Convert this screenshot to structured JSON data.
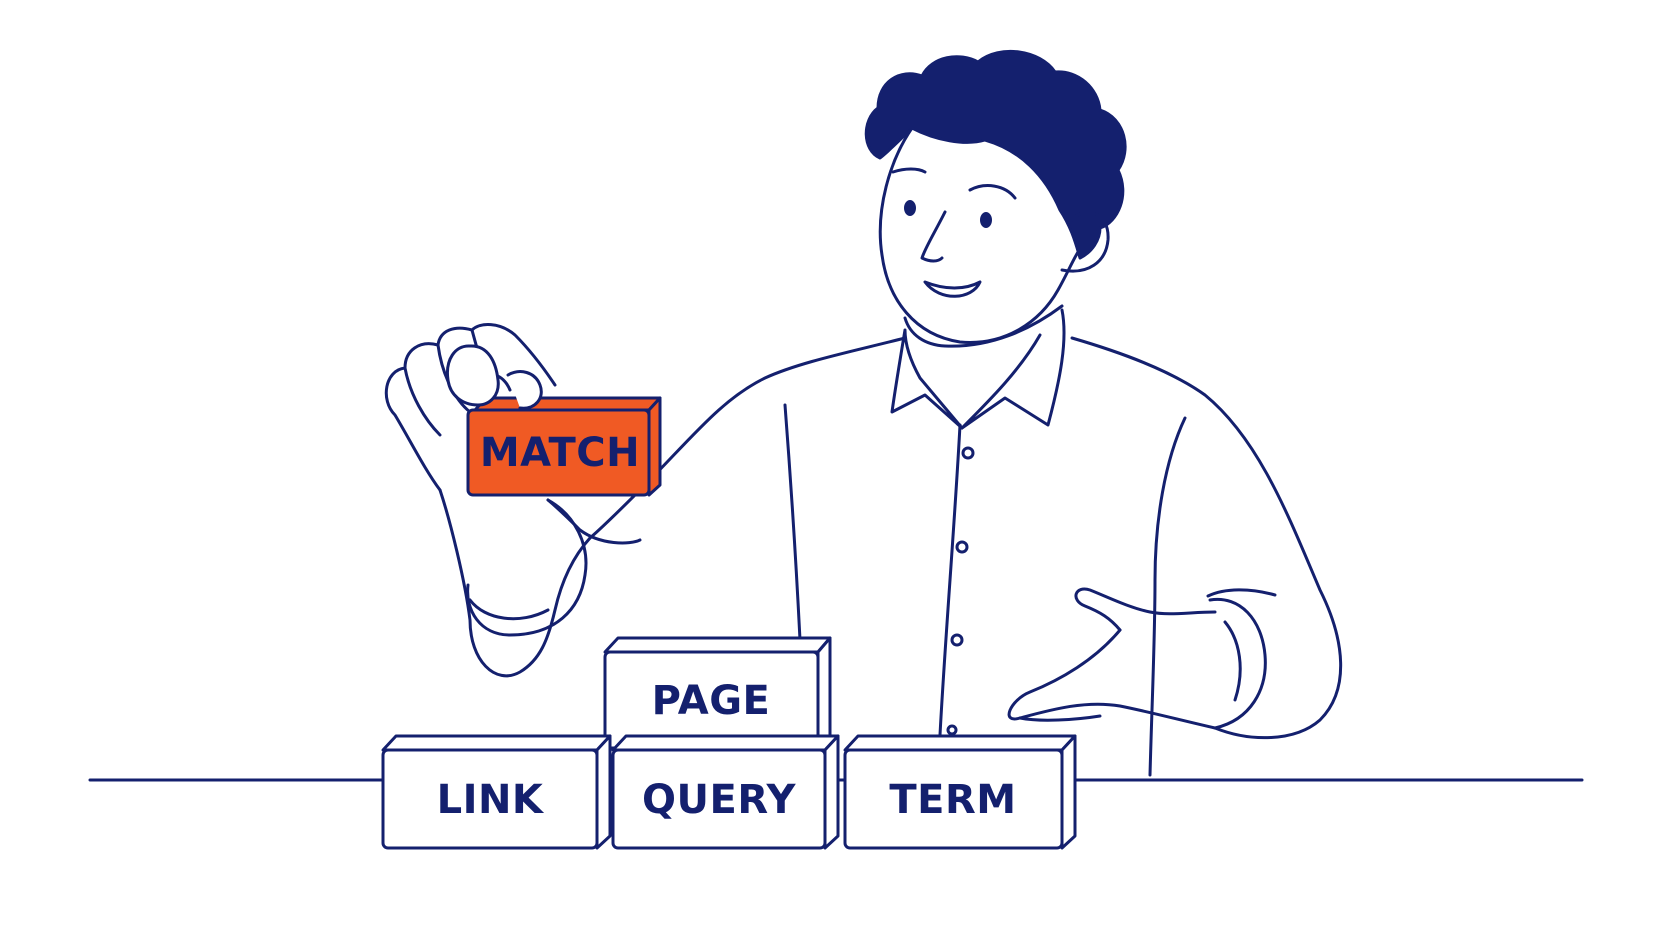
{
  "colors": {
    "ink": "#14206e",
    "accent": "#f05a24",
    "background": "#ffffff",
    "block_fill": "#ffffff"
  },
  "blocks": {
    "held": "MATCH",
    "top": "PAGE",
    "bottom_left": "LINK",
    "bottom_center": "QUERY",
    "bottom_right": "TERM"
  }
}
